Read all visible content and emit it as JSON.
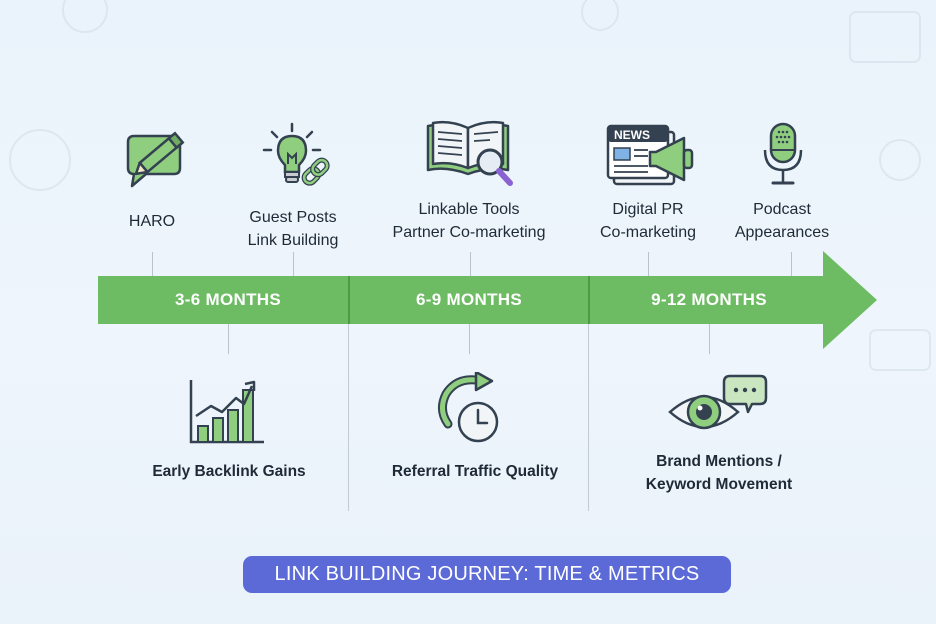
{
  "stages": [
    {
      "label": "3-6 MONTHS"
    },
    {
      "label": "6-9 MONTHS"
    },
    {
      "label": "9-12 MONTHS"
    }
  ],
  "tactics": [
    {
      "lines": [
        "HARO"
      ],
      "icon": "pencil-chat-icon"
    },
    {
      "lines": [
        "Guest Posts",
        "Link Building"
      ],
      "icon": "lightbulb-link-icon"
    },
    {
      "lines": [
        "Linkable Tools",
        "Partner Co-marketing"
      ],
      "icon": "book-magnifier-icon"
    },
    {
      "lines": [
        "Digital PR",
        "Co-marketing"
      ],
      "icon": "news-megaphone-icon",
      "icon_text": "NEWS"
    },
    {
      "lines": [
        "Podcast",
        "Appearances"
      ],
      "icon": "microphone-icon"
    }
  ],
  "metrics": [
    {
      "lines": [
        "Early Backlink Gains"
      ],
      "icon": "growth-chart-icon"
    },
    {
      "lines": [
        "Referral Traffic Quality"
      ],
      "icon": "clock-refresh-icon"
    },
    {
      "lines": [
        "Brand Mentions /",
        "Keyword Movement"
      ],
      "icon": "eye-chat-icon"
    }
  ],
  "title": "LINK BUILDING JOURNEY: TIME & METRICS",
  "colors": {
    "arrow_green": "#6dbb63",
    "icon_green": "#8fce7f",
    "icon_outline": "#334150",
    "title_bg": "#5b6ad6",
    "accent_purple": "#8a63d2"
  }
}
